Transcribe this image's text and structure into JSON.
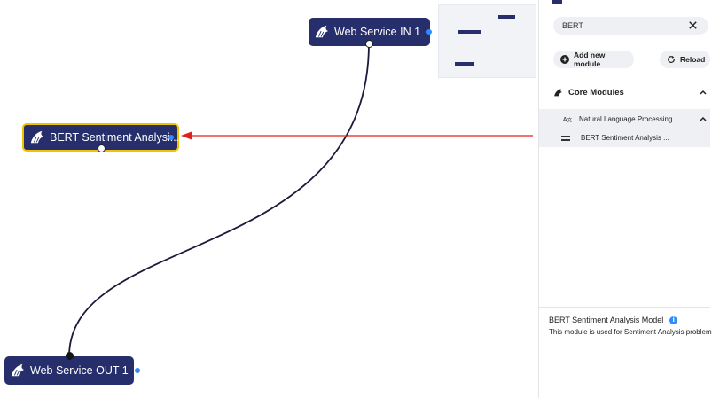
{
  "canvas": {
    "nodes": {
      "web_service_in": {
        "label": "Web Service IN 1"
      },
      "bert_module": {
        "label": "BERT Sentiment Analysis Model",
        "display": "BERT Sentiment Analysi..."
      },
      "web_service_out": {
        "label": "Web Service OUT 1"
      }
    }
  },
  "sidebar": {
    "search": {
      "value": "BERT",
      "placeholder": ""
    },
    "add_module_label": "Add new module",
    "reload_label": "Reload",
    "core_modules_label": "Core Modules",
    "category_label": "Natural Language Processing",
    "module_item_label": "BERT Sentiment Analysis ...",
    "info": {
      "title": "BERT Sentiment Analysis Model",
      "description": "This module is used for Sentiment Analysis problem"
    }
  },
  "colors": {
    "node_bg": "#262e6b",
    "selected_border": "#f2c200",
    "status_dot": "#2f8cff",
    "drag_arrow": "#e02020"
  }
}
